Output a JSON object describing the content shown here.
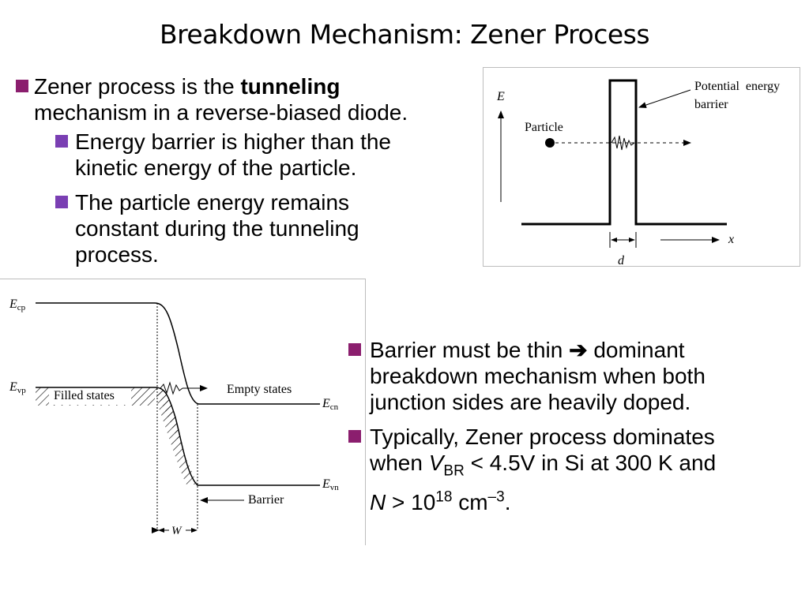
{
  "slide": {
    "title": "Breakdown Mechanism: Zener Process",
    "bullets_top": {
      "b1": {
        "pre": "Zener process is the ",
        "bold": "tunneling",
        "line2": "mechanism in a reverse-biased diode."
      },
      "b1a": {
        "line1": "Energy barrier is higher than the",
        "line2": "kinetic energy of the particle."
      },
      "b1b": {
        "line1": "The particle energy remains",
        "line2": "constant during the tunneling",
        "line3": "process."
      }
    },
    "bullets_bottom": {
      "b2": {
        "pre": "Barrier must be thin ",
        "arrow": "➔",
        "post": " dominant",
        "line2": "breakdown mechanism when both",
        "line3": "junction sides are heavily doped."
      },
      "b3": {
        "line1": "Typically, Zener process dominates",
        "when": "when ",
        "v": "V",
        "vsub": "BR",
        "cond": " < 4.5V in Si at 300 K and",
        "n": "N",
        "gt": " > 10",
        "exp": "18",
        "unit": " cm",
        "uexp": "–3",
        "end": "."
      }
    },
    "colors": {
      "bullet_primary": "#8b1e6e",
      "bullet_secondary": "#7a3fb3"
    }
  },
  "figure_barrier": {
    "axis_e": "E",
    "particle": "Particle",
    "barrier_label_1": "Potential  energy",
    "barrier_label_2": "barrier",
    "width_label": "d",
    "axis_x": "x"
  },
  "figure_band": {
    "ecp": "E",
    "ecp_sub": "cp",
    "evp": "E",
    "evp_sub": "vp",
    "ecn": "E",
    "ecn_sub": "cn",
    "evn": "E",
    "evn_sub": "vn",
    "filled": "Filled states",
    "empty": "Empty states",
    "barrier": "Barrier",
    "w": "W"
  }
}
